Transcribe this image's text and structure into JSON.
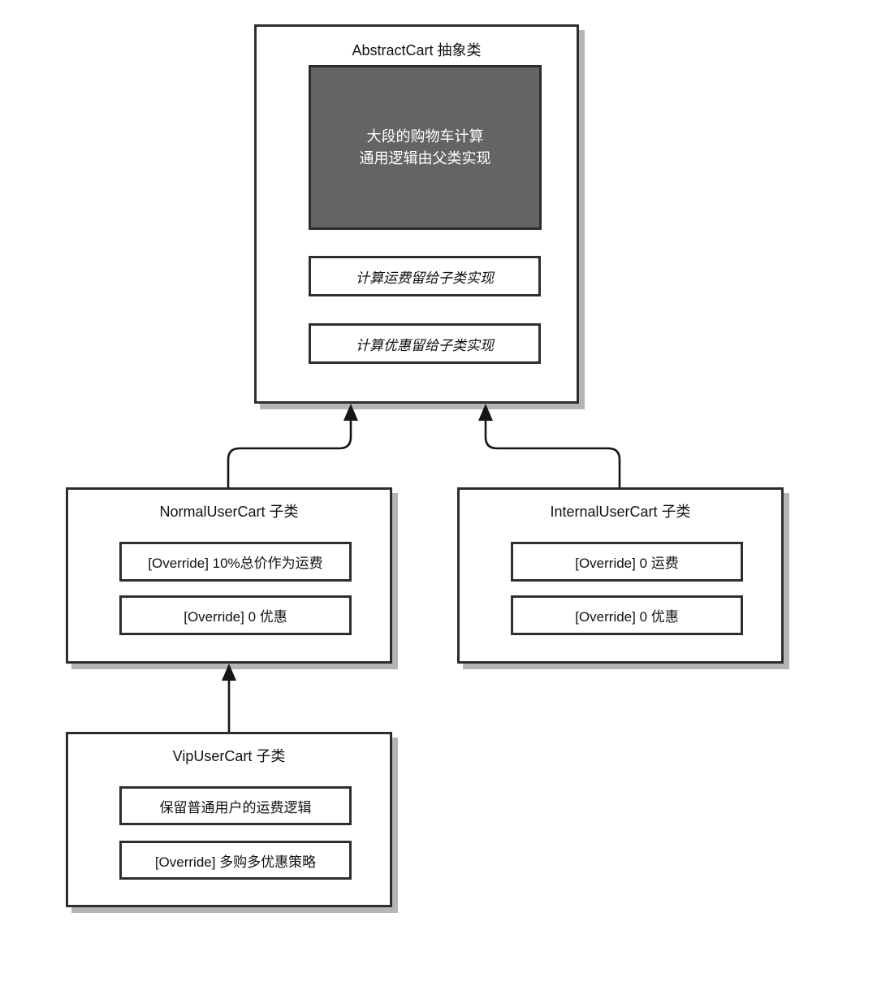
{
  "diagram": {
    "parent": {
      "title": "AbstractCart 抽象类",
      "shared_logic": {
        "line1": "大段的购物车计算",
        "line2": "通用逻辑由父类实现"
      },
      "abstract_methods": [
        "计算运费留给子类实现",
        "计算优惠留给子类实现"
      ]
    },
    "children": [
      {
        "title": "NormalUserCart 子类",
        "methods": [
          "[Override] 10%总价作为运费",
          "[Override] 0 优惠"
        ]
      },
      {
        "title": "InternalUserCart 子类",
        "methods": [
          "[Override] 0 运费",
          "[Override] 0 优惠"
        ]
      },
      {
        "title": "VipUserCart 子类",
        "methods": [
          "保留普通用户的运费逻辑",
          "[Override] 多购多优惠策略"
        ]
      }
    ],
    "colors": {
      "box_border": "#2e2e2e",
      "box_shadow": "#b5b5b5",
      "gray_fill": "#646464",
      "gray_text": "#ffffff",
      "connector_line": "#161616",
      "background": "#ffffff"
    }
  }
}
